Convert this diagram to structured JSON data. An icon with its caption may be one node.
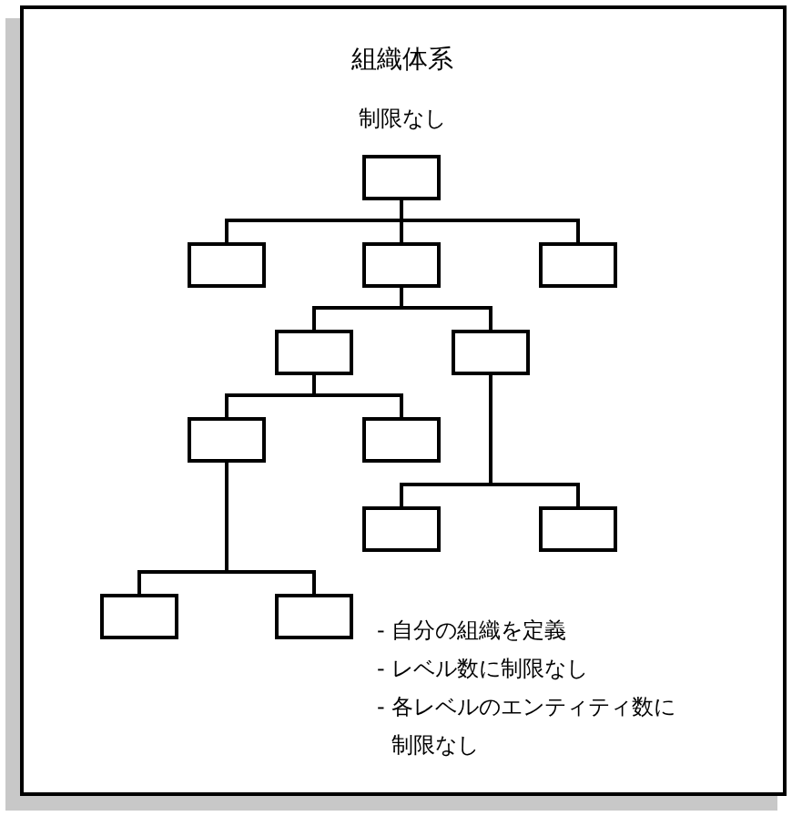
{
  "diagram": {
    "title": "組織体系",
    "nodes": [
      {
        "text": [],
        "shape": "box"
      },
      {
        "text": [],
        "shape": "box"
      },
      {
        "text": [],
        "shape": "box"
      },
      {
        "text": [],
        "shape": "box"
      },
      {
        "text": [],
        "shape": "box"
      },
      {
        "text": [],
        "shape": "box"
      },
      {
        "text": [],
        "shape": "box"
      },
      {
        "text": [],
        "shape": "box"
      },
      {
        "text": [],
        "shape": "box"
      },
      {
        "text": [],
        "shape": "box"
      },
      {
        "text": [],
        "shape": "box"
      },
      {
        "text": [],
        "shape": "box"
      }
    ],
    "edges": [
      {
        "from": 0,
        "to": 1,
        "arrow": "none"
      },
      {
        "from": 0,
        "to": 2,
        "arrow": "none"
      },
      {
        "from": 0,
        "to": 3,
        "arrow": "none"
      },
      {
        "from": 2,
        "to": 4,
        "arrow": "none"
      },
      {
        "from": 2,
        "to": 5,
        "arrow": "none"
      },
      {
        "from": 4,
        "to": 6,
        "arrow": "none"
      },
      {
        "from": 4,
        "to": 7,
        "arrow": "none"
      },
      {
        "from": 5,
        "to": 8,
        "arrow": "none"
      },
      {
        "from": 5,
        "to": 9,
        "arrow": "none"
      },
      {
        "from": 6,
        "to": 10,
        "arrow": "none"
      },
      {
        "from": 6,
        "to": 11,
        "arrow": "none"
      }
    ],
    "labels": [
      "制限なし",
      "- 自分の組織を定義",
      "- レベル数に制限なし",
      "- 各レベルのエンティティ数に制限なし"
    ]
  }
}
